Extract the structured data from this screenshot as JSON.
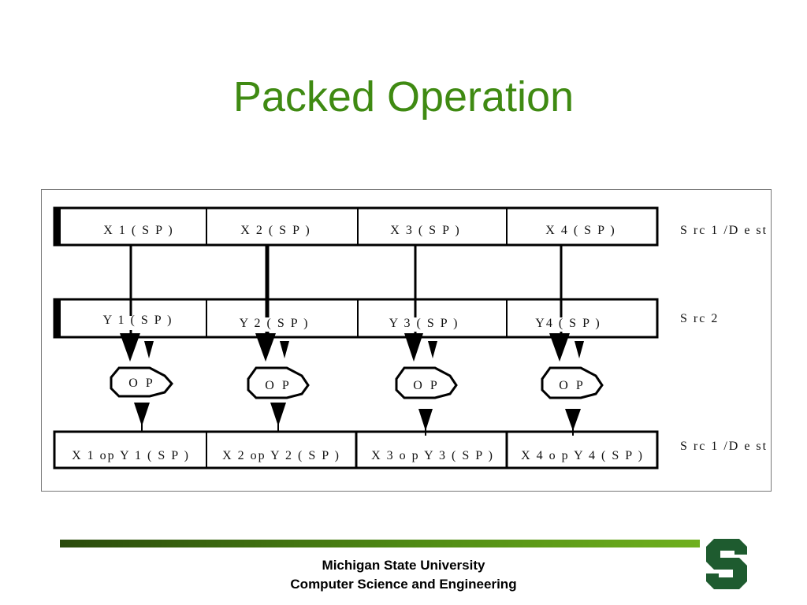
{
  "title": "Packed Operation",
  "diagram": {
    "row1": [
      "X 1  ( S P )",
      "X 2  ( S P )",
      "X 3  ( S P )",
      "X 4  ( S P )"
    ],
    "row1_label": "S rc 1 /D e st",
    "row2": [
      "Y 1  ( S P )",
      "Y 2  ( S P )",
      "Y 3  ( S P )",
      "Y4  ( S P )"
    ],
    "row2_label": "S rc 2",
    "op": "O P",
    "row3": [
      "X  1  op  Y  1  ( S P )",
      "X 2  op  Y 2  ( S P )",
      "X 3  o p  Y 3  ( S P )",
      "X 4  o p  Y 4  ( S P )"
    ],
    "row3_label": "S rc 1 /D e st"
  },
  "footer": {
    "line1": "Michigan State University",
    "line2": "Computer Science and Engineering"
  },
  "colors": {
    "title": "#3f8a12",
    "footer_bar_start": "#2a4a0c",
    "footer_bar_end": "#6fb01e",
    "logo": "#1e5b2f"
  },
  "icons": [
    "msu-spartan-s-logo-icon"
  ]
}
